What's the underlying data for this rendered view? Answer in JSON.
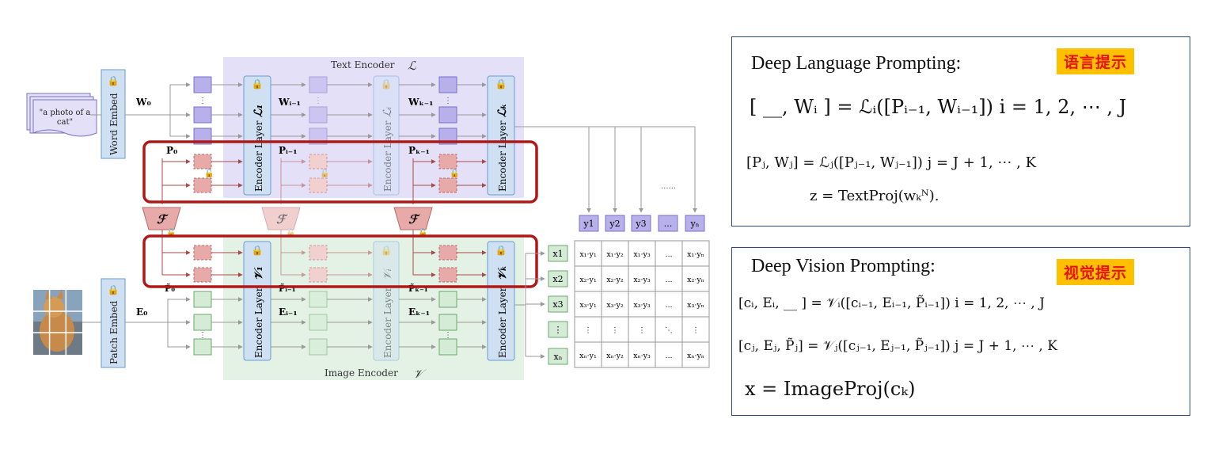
{
  "diagram": {
    "text_encoder_title": "Text Encoder",
    "text_encoder_symbol": "ℒ",
    "image_encoder_title": "Image Encoder",
    "image_encoder_symbol": "𝒱",
    "input_caption": "\"a photo of a cat\"",
    "word_embed_label": "Word Embed",
    "patch_embed_label": "Patch Embed",
    "encoder_layer_label": "Encoder Layer",
    "text_layers": [
      "ℒ₁",
      "ℒᵢ",
      "ℒₖ"
    ],
    "image_layers": [
      "𝒱₁",
      "𝒱ᵢ",
      "𝒱ₖ"
    ],
    "text_tokens": [
      "W₀",
      "Wᵢ₋₁",
      "Wₖ₋₁"
    ],
    "text_prompts": [
      "P₀",
      "Pᵢ₋₁",
      "Pₖ₋₁"
    ],
    "image_tokens": [
      "E₀",
      "Eᵢ₋₁",
      "Eₖ₋₁"
    ],
    "image_prompts": [
      "P̃₀",
      "P̃ᵢ₋₁",
      "P̃ₖ₋₁"
    ],
    "coupling_fn": "ℱ",
    "y_labels": [
      "y1",
      "y2",
      "y3",
      "...",
      "yₙ"
    ],
    "x_labels": [
      "x1",
      "x2",
      "x3",
      "⋮",
      "xₙ"
    ],
    "dots": "......",
    "matrix": [
      [
        "x₁·y₁",
        "x₁·y₂",
        "x₁·y₃",
        "...",
        "x₁·yₙ"
      ],
      [
        "x₂·y₁",
        "x₂·y₂",
        "x₂·y₃",
        "...",
        "x₂·yₙ"
      ],
      [
        "x₃·y₁",
        "x₃·y₂",
        "x₃·y₃",
        "...",
        "x₃·yₙ"
      ],
      [
        "⋮",
        "⋮",
        "⋮",
        "⋱",
        "⋮"
      ],
      [
        "xₙ·y₁",
        "xₙ·y₂",
        "xₙ·y₃",
        "...",
        "xₙ·yₙ"
      ]
    ]
  },
  "language_panel": {
    "title": "Deep Language Prompting:",
    "badge": "语言提示",
    "eq1": "[ __, Wᵢ ] = ℒᵢ([Pᵢ₋₁, Wᵢ₋₁])    i = 1, 2, ⋯ , J",
    "eq2": "[Pⱼ, Wⱼ] = ℒⱼ([Pⱼ₋₁, Wⱼ₋₁])    j = J + 1, ⋯ , K",
    "eq3": "z = TextProj(wₖᴺ)."
  },
  "vision_panel": {
    "title": "Deep Vision Prompting:",
    "badge": "视觉提示",
    "eq1": "[cᵢ, Eᵢ, __ ] = 𝒱ᵢ([cᵢ₋₁, Eᵢ₋₁, P̃ᵢ₋₁])    i = 1, 2, ⋯ , J",
    "eq2": "[cⱼ, Eⱼ, P̃ⱼ] = 𝒱ⱼ([cⱼ₋₁, Eⱼ₋₁, P̃ⱼ₋₁])    j = J + 1, ⋯ , K",
    "eq3": "x = ImageProj(cₖ)"
  },
  "colors": {
    "text_bg": "#e4e0f7",
    "image_bg": "#e3f2e4",
    "token_purple": "#b7b0ea",
    "token_green": "#d4ecd6",
    "prompt_red": "#e8a9a9",
    "encoder_blue": "#cfe0f3",
    "highlight_box": "#b01818",
    "panel_border": "#2e4a7c",
    "badge_bg": "#ffc000",
    "badge_text": "#e81010"
  }
}
